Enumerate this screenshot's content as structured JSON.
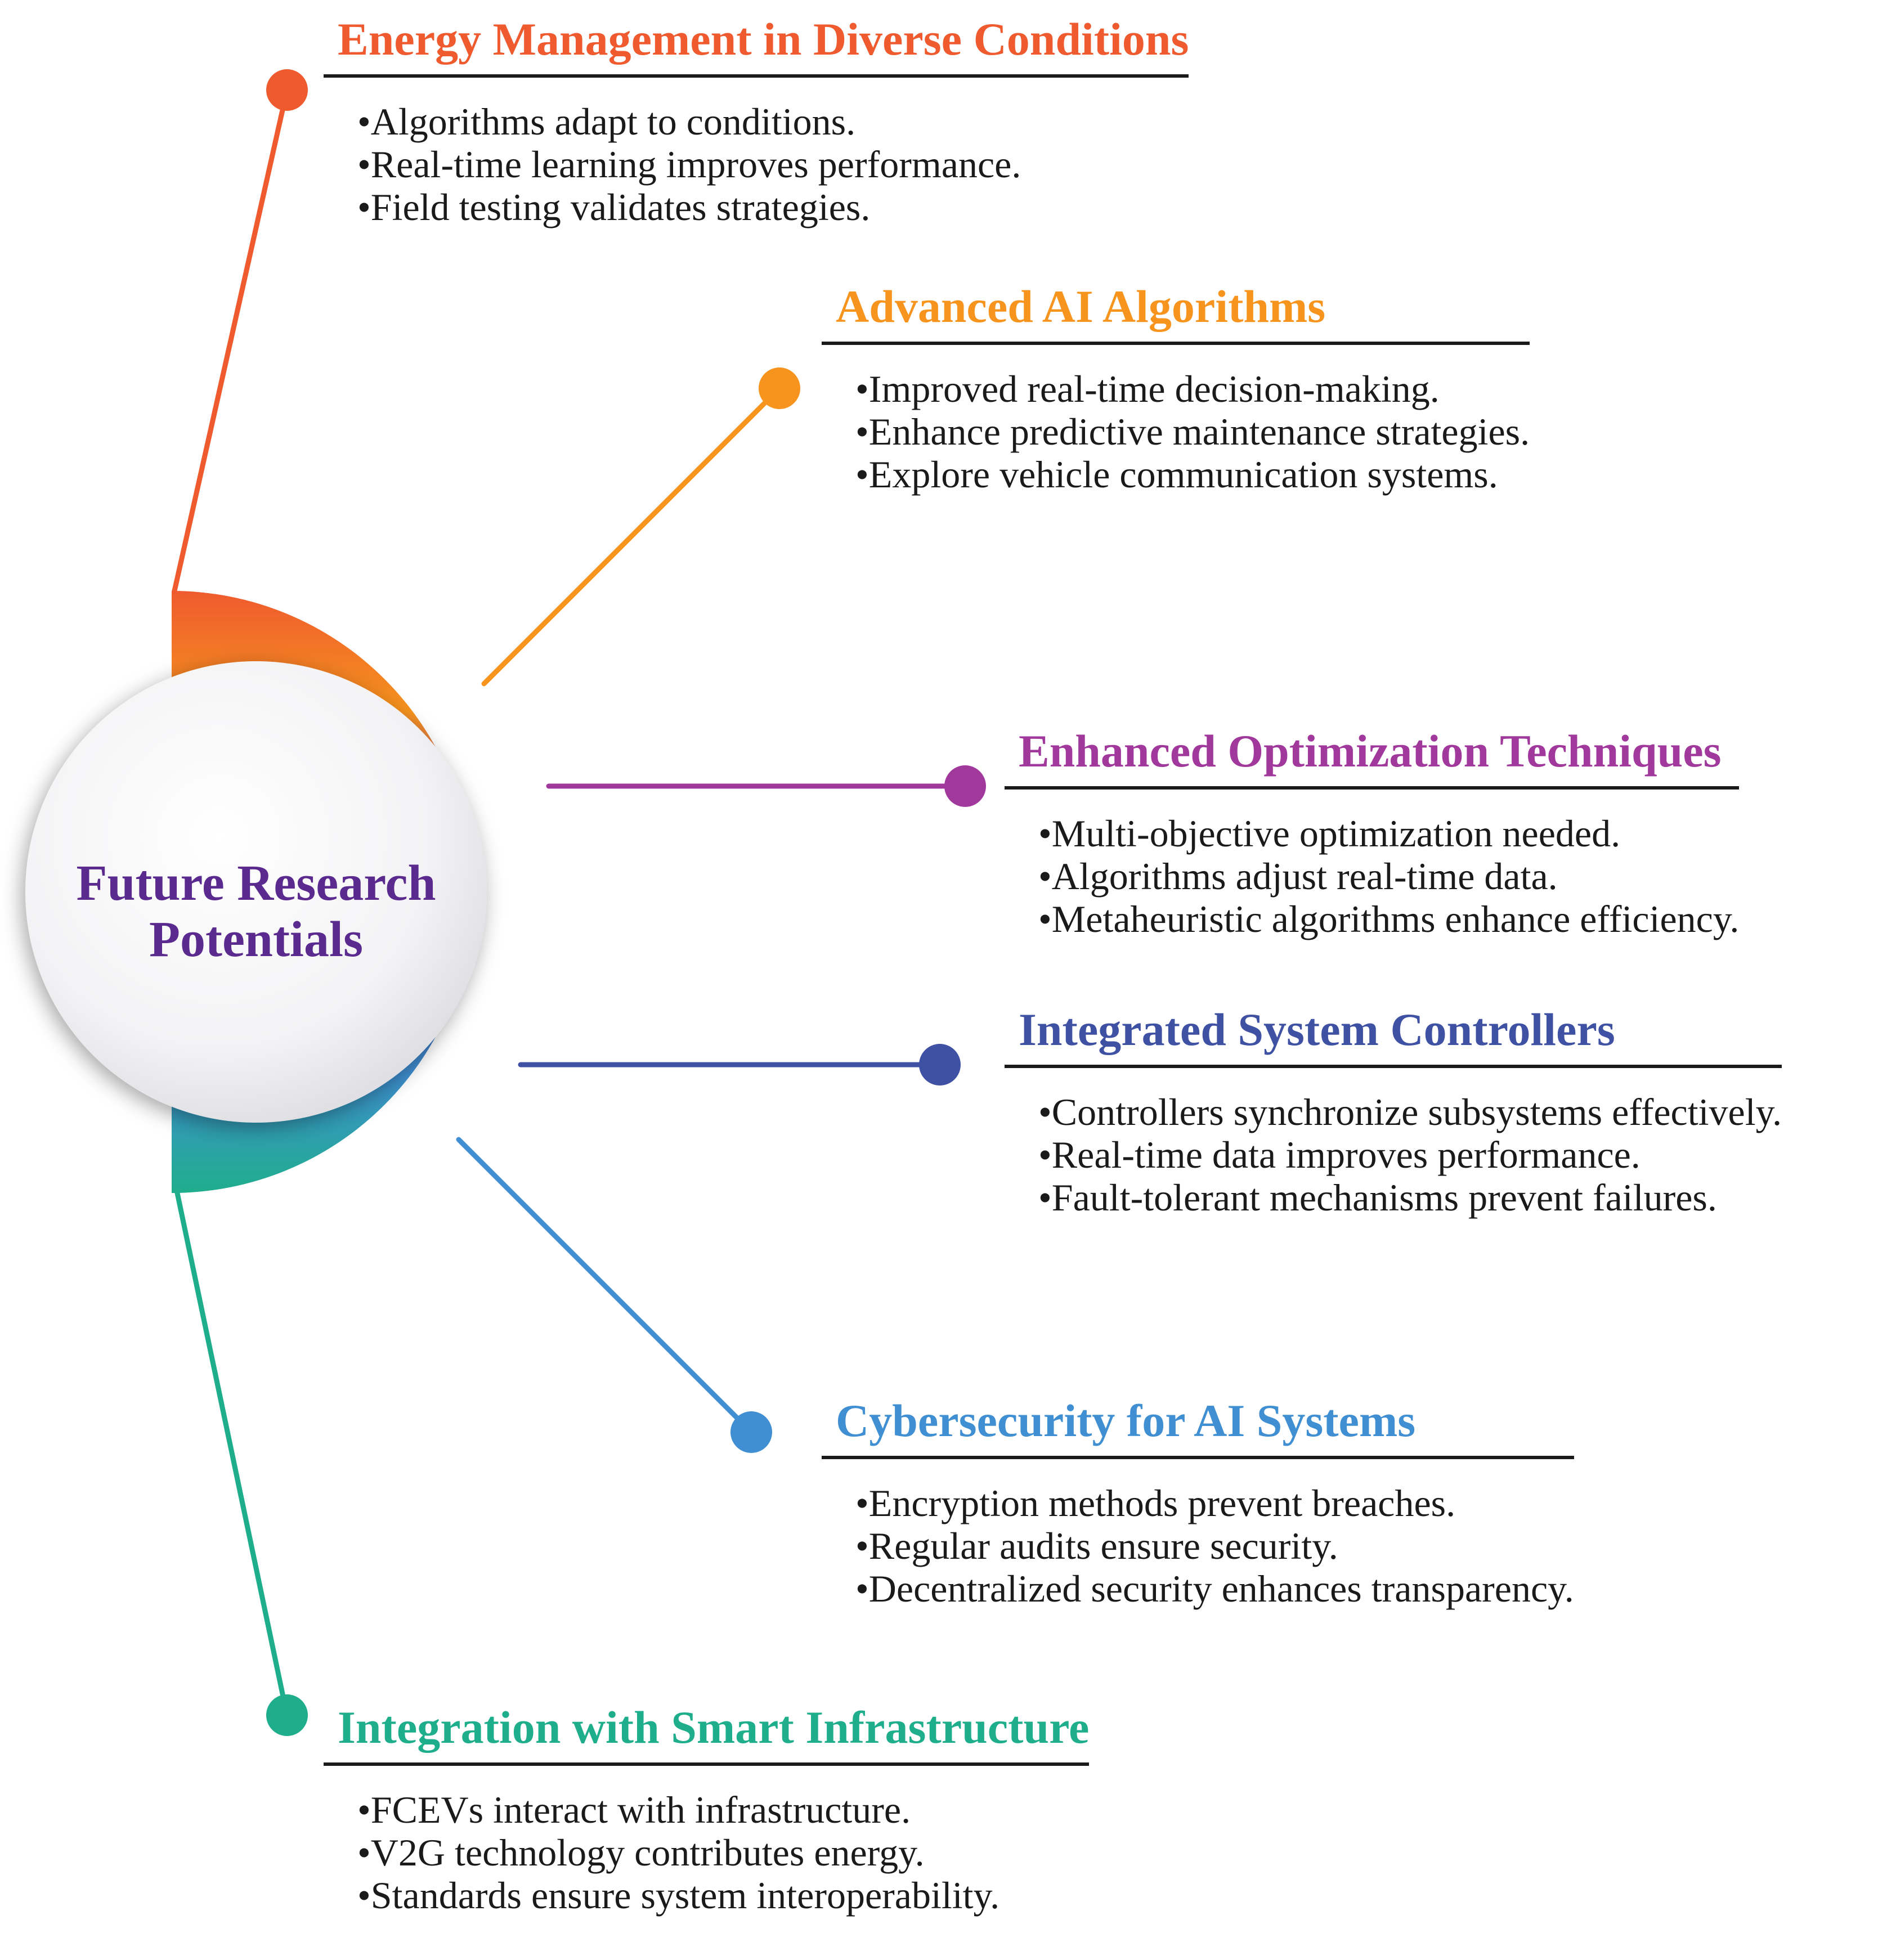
{
  "center": {
    "line1": "Future Research",
    "line2": "Potentials",
    "color": "#5b2a8f"
  },
  "ring_colors": [
    "#ef5a2f",
    "#f7941d",
    "#a0399b",
    "#3f51a3",
    "#3f8fd2",
    "#1fae8c"
  ],
  "branches": [
    {
      "title": "Energy Management in Diverse Conditions",
      "color": "#ef5a2f",
      "bullets": [
        "•Algorithms adapt to conditions.",
        "•Real-time learning improves performance.",
        "•Field testing validates strategies."
      ]
    },
    {
      "title": "Advanced AI Algorithms",
      "color": "#f7941d",
      "bullets": [
        "•Improved real-time decision-making.",
        "•Enhance predictive maintenance strategies.",
        "•Explore vehicle communication systems."
      ]
    },
    {
      "title": "Enhanced Optimization Techniques",
      "color": "#a0399b",
      "bullets": [
        "•Multi-objective optimization needed.",
        "•Algorithms adjust real-time data.",
        "•Metaheuristic algorithms enhance efficiency."
      ]
    },
    {
      "title": "Integrated System Controllers",
      "color": "#3f51a3",
      "bullets": [
        "•Controllers synchronize subsystems effectively.",
        "•Real-time data improves performance.",
        "•Fault-tolerant mechanisms prevent failures."
      ]
    },
    {
      "title": "Cybersecurity for AI Systems",
      "color": "#3f8fd2",
      "bullets": [
        "•Encryption methods prevent breaches.",
        "•Regular audits ensure security.",
        "•Decentralized security enhances transparency."
      ]
    },
    {
      "title": "Integration with Smart Infrastructure",
      "color": "#1fae8c",
      "bullets": [
        "•FCEVs interact with infrastructure.",
        "•V2G technology contributes energy.",
        "•Standards ensure system interoperability."
      ]
    }
  ]
}
